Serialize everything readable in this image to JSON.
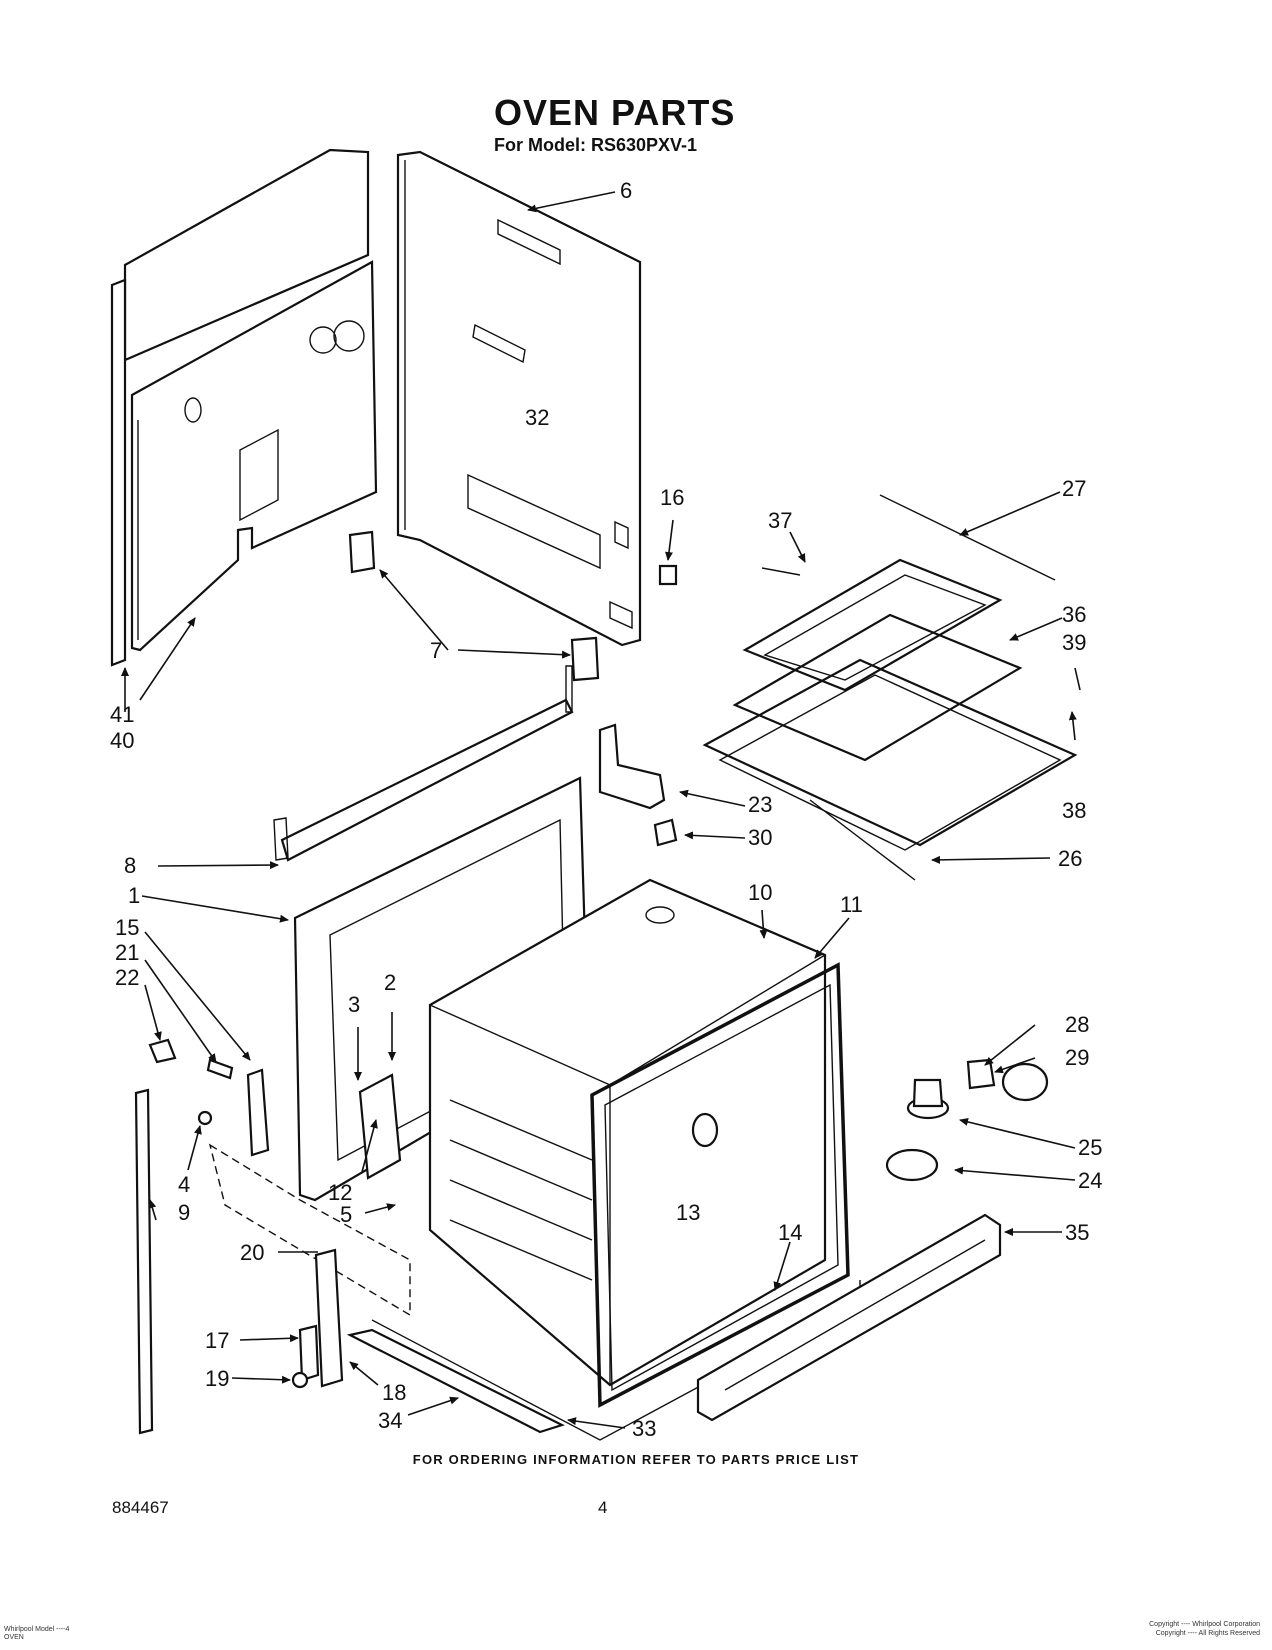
{
  "header": {
    "title": "OVEN PARTS",
    "subtitle": "For Model: RS630PXV-1"
  },
  "footer": {
    "ordering_note": "FOR ORDERING INFORMATION REFER TO PARTS PRICE LIST",
    "doc_number": "884467",
    "page_number": "4"
  },
  "fine_print": {
    "left_line1": "Whirlpool Model ----4",
    "left_line2": "OVEN",
    "right_line1": "Copyright ---- Whirlpool Corporation",
    "right_line2": "Copyright ---- All Rights Reserved"
  },
  "callouts": {
    "c1": "1",
    "c2": "2",
    "c3": "3",
    "c4": "4",
    "c5": "5",
    "c6": "6",
    "c7": "7",
    "c8": "8",
    "c9": "9",
    "c10": "10",
    "c11": "11",
    "c12": "12",
    "c13": "13",
    "c14": "14",
    "c15": "15",
    "c16": "16",
    "c17": "17",
    "c18": "18",
    "c19": "19",
    "c20": "20",
    "c21": "21",
    "c22": "22",
    "c23": "23",
    "c24": "24",
    "c25": "25",
    "c26": "26",
    "c27": "27",
    "c28": "28",
    "c29": "29",
    "c30": "30",
    "c32": "32",
    "c33": "33",
    "c34": "34",
    "c35": "35",
    "c36": "36",
    "c37": "37",
    "c38": "38",
    "c39": "39",
    "c40": "40",
    "c41": "41"
  }
}
